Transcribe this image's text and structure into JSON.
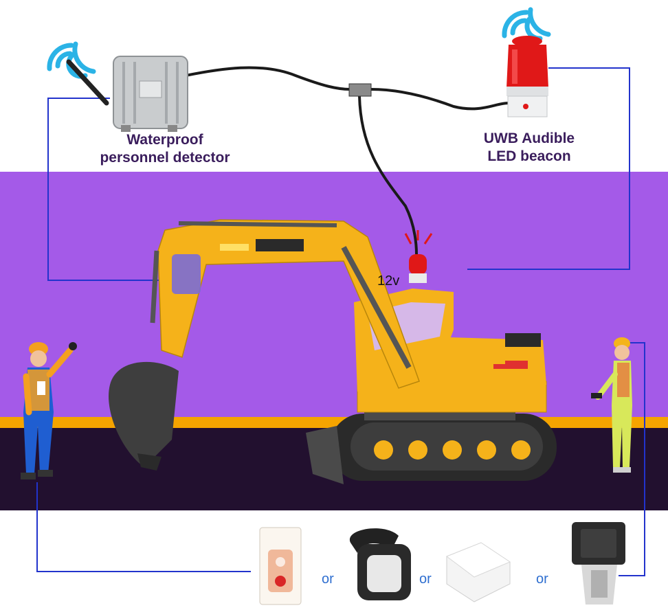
{
  "detector": {
    "line1": "Waterproof",
    "line2": "personnel detector"
  },
  "beacon": {
    "line1": "UWB Audible",
    "line2": "LED beacon"
  },
  "excavator": {
    "voltage": "12v"
  },
  "tags": {
    "or_1": "or",
    "or_2": "or",
    "or_3": "or"
  },
  "colors": {
    "band_purple": "#a45ae8",
    "ground_dark": "#22102f",
    "ground_stripe": "#f5a400",
    "wire_blue": "#2233cc",
    "label_text": "#3a1d5c",
    "or_text": "#2f6fd0",
    "excavator_yellow": "#f5b21a"
  }
}
